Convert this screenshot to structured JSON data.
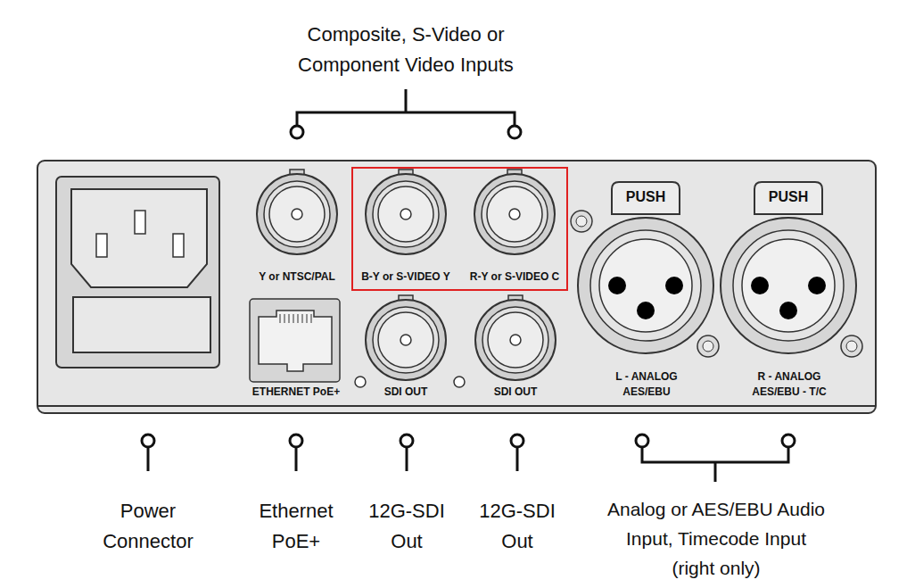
{
  "diagram": {
    "labels": [
      "Composite, S-Video or Component Video Inputs",
      "Y or NTSC/PAL",
      "B-Y or S-VIDEO Y",
      "R-Y or S-VIDEO C",
      "PUSH",
      "PUSH",
      "ETHERNET PoE+",
      "SDI OUT",
      "SDI OUT",
      "L - ANALOG AES/EBU",
      "R - ANALOG AES/EBU - T/C",
      "Power Connector",
      "Ethernet PoE+",
      "12G-SDI Out",
      "12G-SDI Out",
      "Analog or AES/EBU Audio Input, Timecode Input (right only)"
    ]
  }
}
